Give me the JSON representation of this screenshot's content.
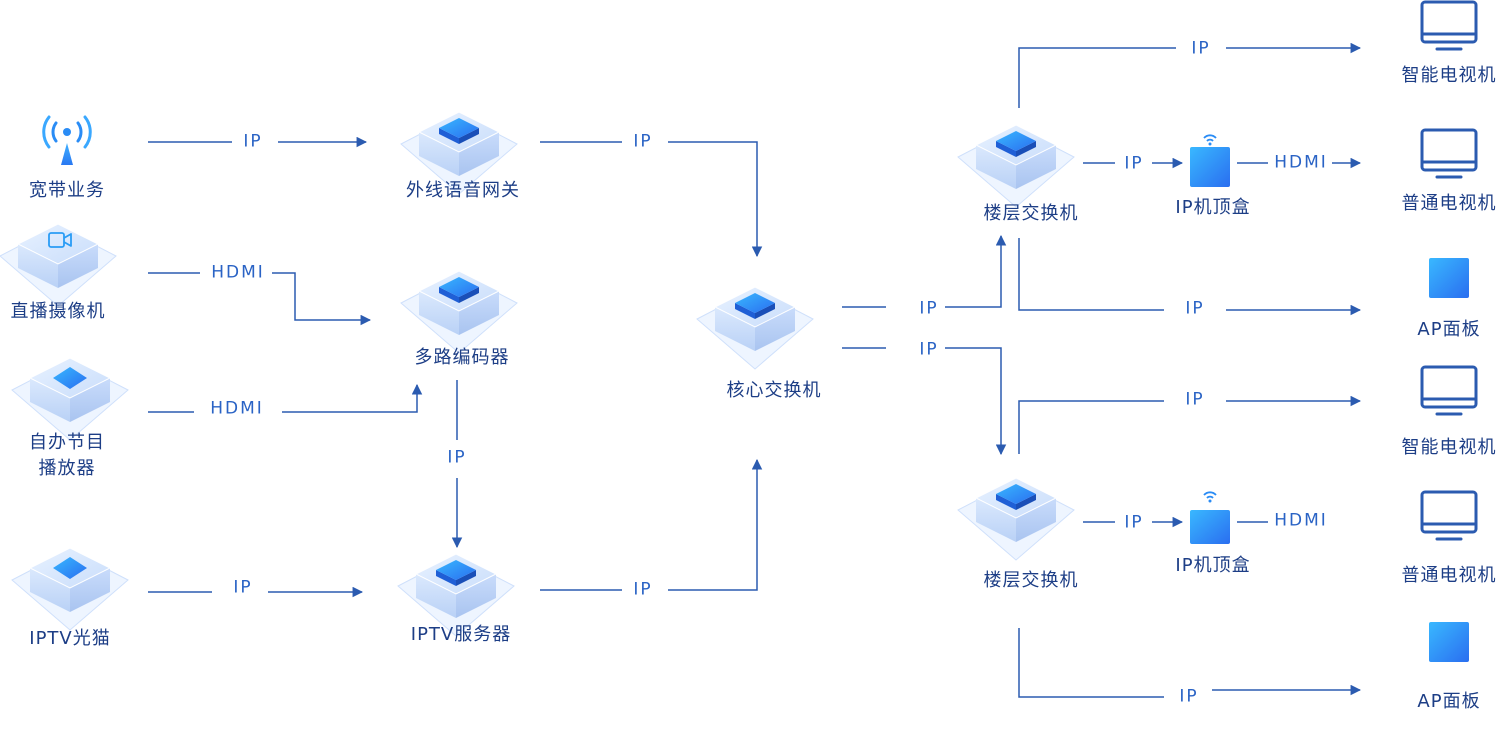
{
  "nodes": {
    "broadband": "宽带业务",
    "live_camera": "直播摄像机",
    "self_program_player_line1": "自办节目",
    "self_program_player_line2": "播放器",
    "iptv_modem": "IPTV光猫",
    "voice_gateway": "外线语音网关",
    "multi_encoder": "多路编码器",
    "iptv_server": "IPTV服务器",
    "core_switch": "核心交换机",
    "floor_switch_1": "楼层交换机",
    "floor_switch_2": "楼层交换机",
    "ip_stb_1": "IP机顶盒",
    "ip_stb_2": "IP机顶盒",
    "smart_tv_1": "智能电视机",
    "normal_tv_1": "普通电视机",
    "ap_panel_1": "AP面板",
    "smart_tv_2": "智能电视机",
    "normal_tv_2": "普通电视机",
    "ap_panel_2": "AP面板"
  },
  "edges": {
    "broadband_to_gateway": "IP",
    "camera_to_encoder": "HDMI",
    "player_to_encoder": "HDMI",
    "modem_to_server": "IP",
    "encoder_to_server": "IP",
    "gateway_to_core": "IP",
    "server_to_core": "IP",
    "core_to_floor1": "IP",
    "core_to_floor2": "IP",
    "floor1_to_smarttv": "IP",
    "floor1_to_stb": "IP",
    "stb1_to_tv": "HDMI",
    "floor1_to_ap": "IP",
    "floor2_to_smarttv": "IP",
    "floor2_to_stb": "IP",
    "stb2_to_tv": "HDMI",
    "floor2_to_ap": "IP"
  },
  "colors": {
    "line": "#2b5bb0",
    "label_text": "#1d3e86",
    "accent_blue": "#2a8cf5",
    "box_face": "#c8ddfa"
  }
}
